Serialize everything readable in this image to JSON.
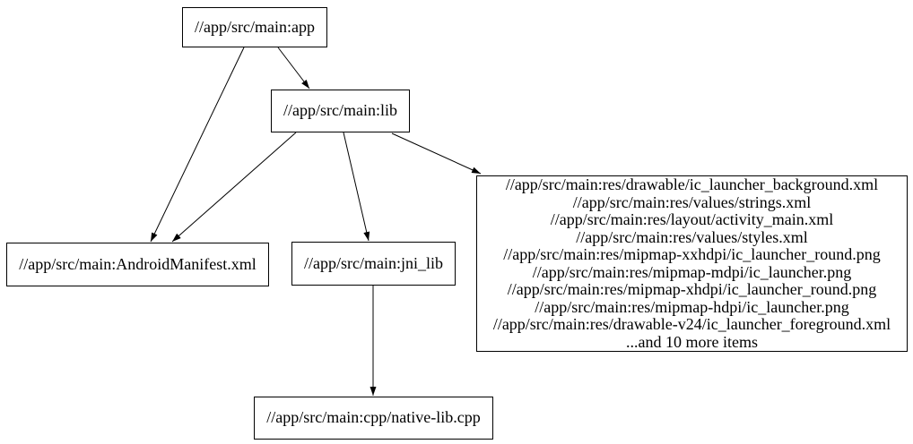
{
  "diagram": {
    "type": "dependency-graph",
    "background_color": "#ffffff",
    "node_border_color": "#000000",
    "node_fill_color": "#ffffff",
    "edge_color": "#000000",
    "text_color": "#000000",
    "nodes": {
      "app": {
        "label": "//app/src/main:app"
      },
      "lib": {
        "label": "//app/src/main:lib"
      },
      "android_manifest": {
        "label": "//app/src/main:AndroidManifest.xml"
      },
      "jni_lib": {
        "label": "//app/src/main:jni_lib"
      },
      "res_group": {
        "lines": [
          "//app/src/main:res/drawable/ic_launcher_background.xml",
          "//app/src/main:res/values/strings.xml",
          "//app/src/main:res/layout/activity_main.xml",
          "//app/src/main:res/values/styles.xml",
          "//app/src/main:res/mipmap-xxhdpi/ic_launcher_round.png",
          "//app/src/main:res/mipmap-mdpi/ic_launcher.png",
          "//app/src/main:res/mipmap-xhdpi/ic_launcher_round.png",
          "//app/src/main:res/mipmap-hdpi/ic_launcher.png",
          "//app/src/main:res/drawable-v24/ic_launcher_foreground.xml",
          "...and 10 more items"
        ]
      },
      "native_lib_cpp": {
        "label": "//app/src/main:cpp/native-lib.cpp"
      }
    },
    "edges": [
      {
        "from": "app",
        "to": "android_manifest"
      },
      {
        "from": "app",
        "to": "lib"
      },
      {
        "from": "lib",
        "to": "android_manifest"
      },
      {
        "from": "lib",
        "to": "jni_lib"
      },
      {
        "from": "lib",
        "to": "res_group"
      },
      {
        "from": "jni_lib",
        "to": "native_lib_cpp"
      }
    ]
  }
}
